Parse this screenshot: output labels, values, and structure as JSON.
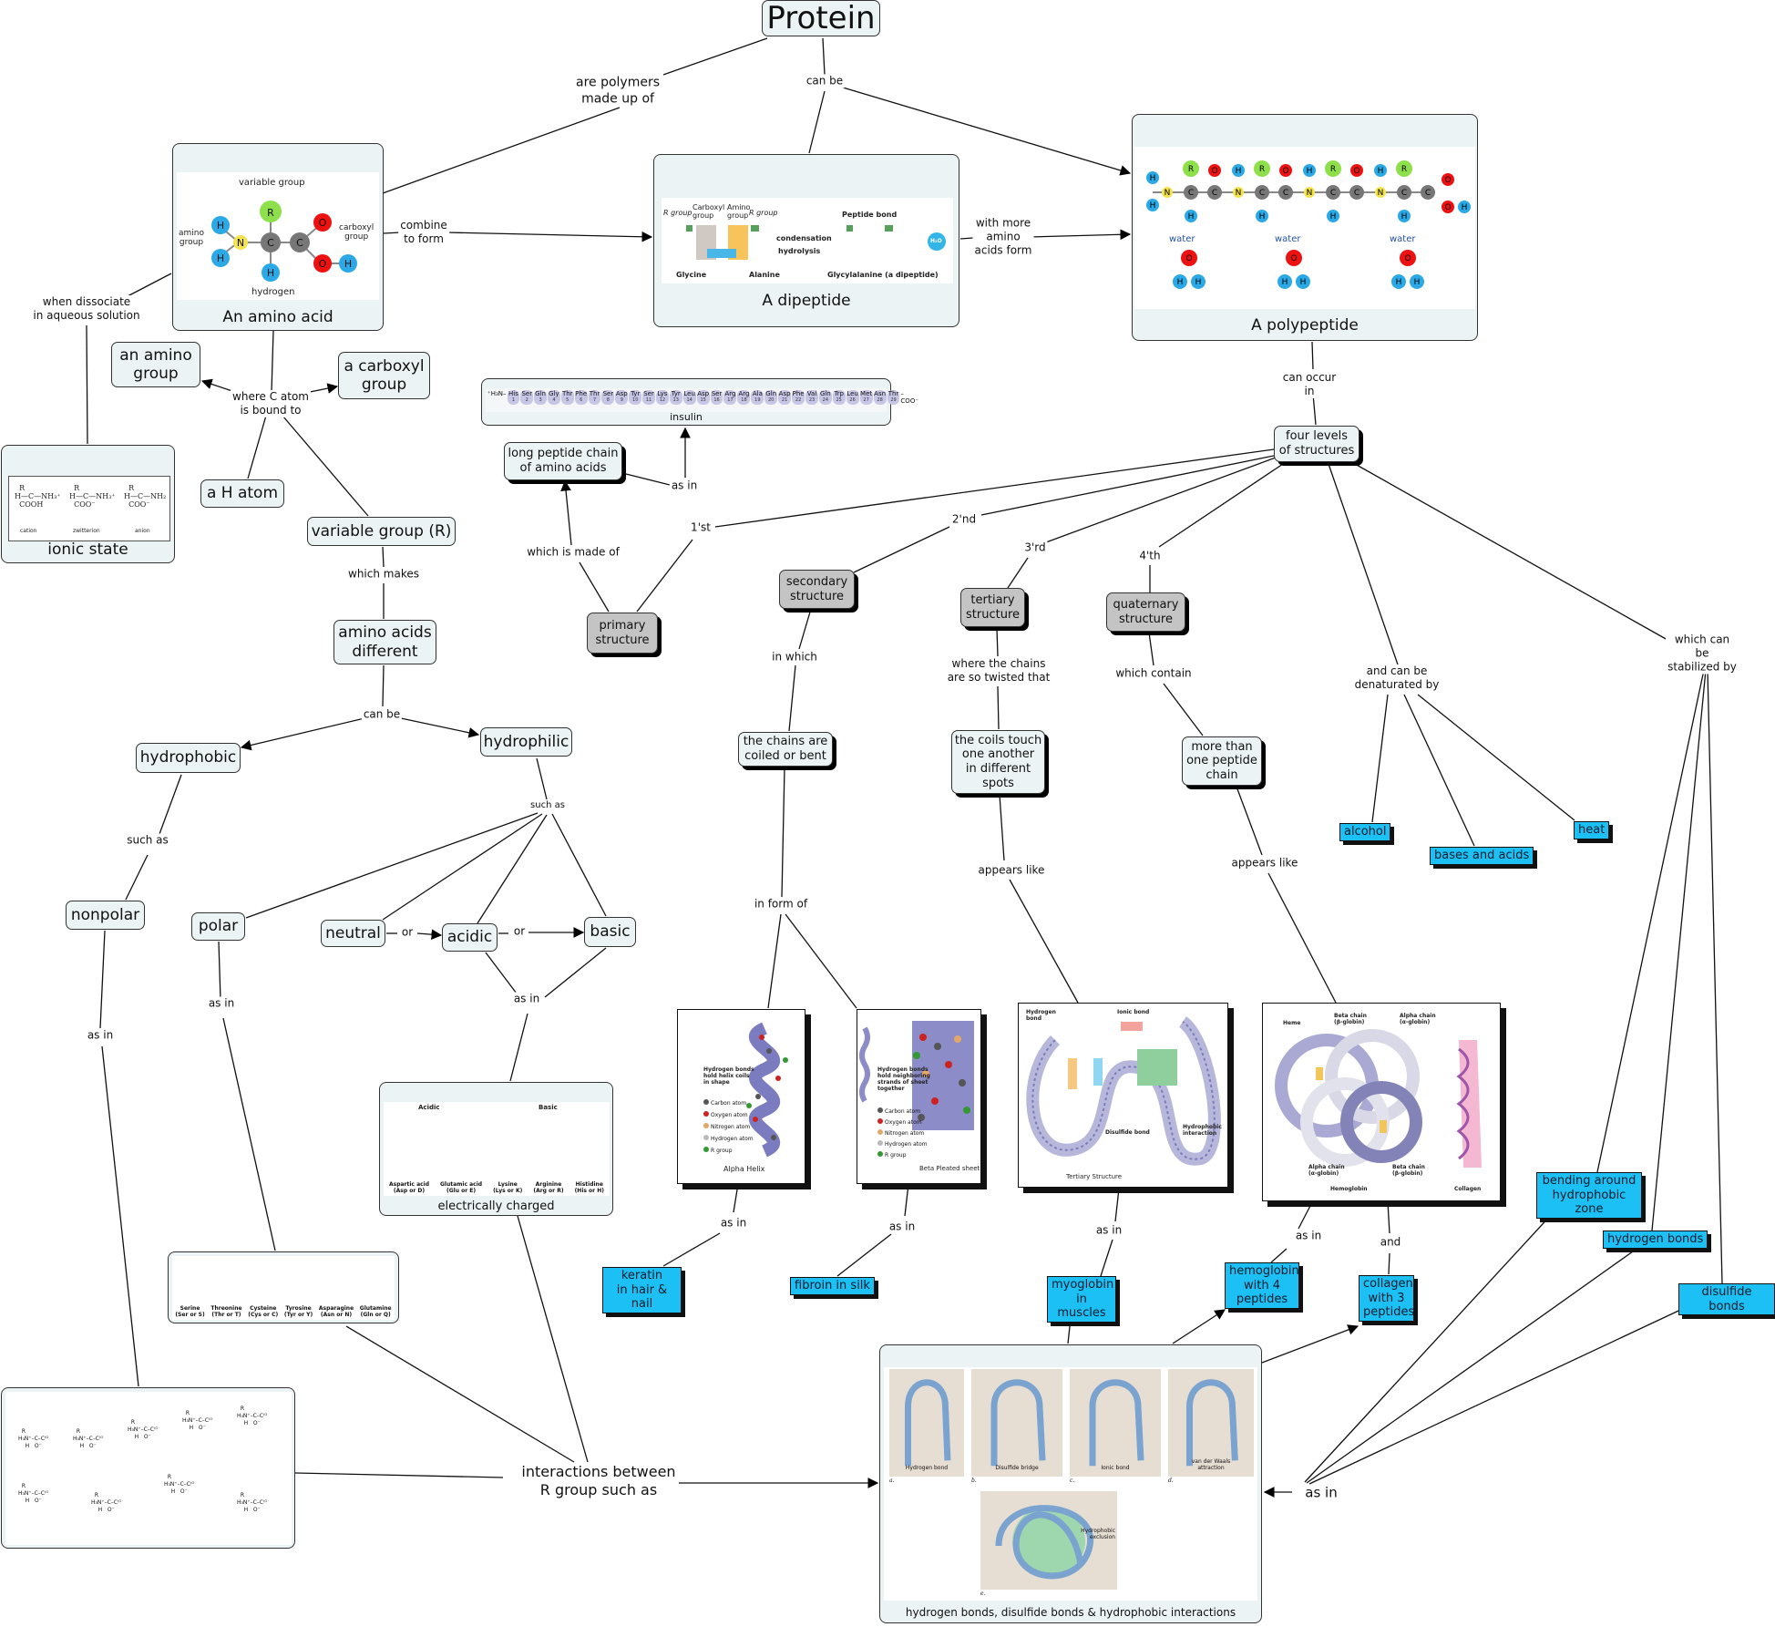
{
  "title": "Protein",
  "nodes": {
    "amino_acid": "An amino acid",
    "dipeptide": "A dipeptide",
    "polypeptide": "A polypeptide",
    "amino_group": "an amino\ngroup",
    "carboxyl_group": "a carboxyl\ngroup",
    "ionic_state": "ionic state",
    "h_atom": "a H atom",
    "variable_group": "variable group (R)",
    "amino_acids_different": "amino acids\ndifferent",
    "insulin": "insulin",
    "long_peptide": "long peptide chain\nof amino acids",
    "primary": "primary\nstructure",
    "secondary": "secondary\nstructure",
    "tertiary": "tertiary\nstructure",
    "quaternary": "quaternary\nstructure",
    "four_levels": "four levels\nof structures",
    "hydrophobic": "hydrophobic",
    "hydrophilic": "hydrophilic",
    "nonpolar": "nonpolar",
    "polar": "polar",
    "neutral": "neutral",
    "acidic": "acidic",
    "basic": "basic",
    "chains_coiled": "the chains are\ncoiled or bent",
    "coils_touch": "the coils touch\none another\nin different\nspots",
    "more_than_one": "more than\none peptide\nchain",
    "electrically_charged": "electrically charged",
    "bonds_box": "hydrogen bonds, disulfide bonds & hydrophobic interactions"
  },
  "tags": {
    "keratin": "keratin\nin hair & nail",
    "fibroin": "fibroin in silk",
    "myoglobin": "myoglobin\nin muscles",
    "hemoglobin4": "hemoglobin\nwith 4\npeptides",
    "collagen3": "collagen\nwith 3\npeptides",
    "alcohol": "alcohol",
    "bases_acids": "bases and acids",
    "heat": "heat",
    "bending": "bending around\nhydrophobic zone",
    "hydrogen_bonds": "hydrogen bonds",
    "disulfide_bonds": "disulfide bonds"
  },
  "link_labels": {
    "polymers": "are polymers\nmade up of",
    "can_be_top": "can be",
    "combine": "combine\nto form",
    "with_more": "with more\namino\nacids form",
    "dissociate": "when dissociate\nin aqueous solution",
    "c_atom": "where C atom\nis bound to",
    "which_makes": "which makes",
    "can_occur": "can occur\nin",
    "as_in_insulin": "as in",
    "which_is_made": "which is made of",
    "first": "1'st",
    "second": "2'nd",
    "third": "3'rd",
    "fourth": "4'th",
    "can_be_mid": "can be",
    "such_as_phobic": "such as",
    "such_as_philic": "such as",
    "or1": "or",
    "or2": "or",
    "as_in_charged": "as in",
    "as_in_polar": "as in",
    "as_in_nonpolar": "as in",
    "in_which": "in which",
    "twisted": "where the chains\nare so twisted that",
    "which_contain": "which contain",
    "in_form_of": "in form of",
    "appears_like_3": "appears like",
    "appears_like_4": "appears like",
    "denaturated": "and can be\ndenaturated by",
    "stabilized": "which can be\nstabilized by",
    "as_in_keratin": "as in",
    "as_in_fibroin": "as in",
    "as_in_myoglobin": "as in",
    "as_in_hemoglobin": "as in",
    "and_collagen": "and",
    "interactions": "interactions between\nR group such as",
    "as_in_bonds": "as in"
  },
  "image_text": {
    "amino_acid": {
      "variable_group": "variable group",
      "amino_group": "amino\ngroup",
      "carboxyl_group": "carboxyl\ngroup",
      "hydrogen": "hydrogen"
    },
    "dipeptide": {
      "r_group": "R group",
      "carboxyl": "Carboxyl\ngroup",
      "amino": "Amino\ngroup",
      "r_group2": "R group",
      "condensation": "condensation",
      "hydrolysis": "hydrolysis",
      "peptide_bond": "Peptide bond",
      "glycine": "Glycine",
      "alanine": "Alanine",
      "product": "Glycylalanine (a dipeptide)",
      "water": "H₂O"
    },
    "polypeptide": {
      "water": "water"
    },
    "ionic": {
      "cation": "cation",
      "zwitterion": "zwitterion",
      "anion": "anion"
    },
    "insulin_sequence": [
      "His",
      "Ser",
      "Gln",
      "Gly",
      "Thr",
      "Phe",
      "Thr",
      "Ser",
      "Asp",
      "Tyr",
      "Ser",
      "Lys",
      "Tyr",
      "Leu",
      "Asp",
      "Ser",
      "Arg",
      "Arg",
      "Ala",
      "Gln",
      "Asp",
      "Phe",
      "Val",
      "Gln",
      "Trp",
      "Leu",
      "Met",
      "Asn",
      "Thr"
    ],
    "alpha_helix": {
      "title": "Alpha Helix",
      "note": "Hydrogen bonds\nhold helix coils\nin shape",
      "legend": [
        "Carbon atom",
        "Oxygen atom",
        "Nitrogen atom",
        "Hydrogen atom",
        "R group"
      ]
    },
    "beta_sheet": {
      "title": "Beta Pleated sheet",
      "note": "Hydrogen bonds\nhold neighboring\nstrands of sheet\ntogether",
      "legend": [
        "Carbon atom",
        "Oxygen atom",
        "Nitrogen atom",
        "Hydrogen atom",
        "R group"
      ]
    },
    "tertiary": {
      "title": "Tertiary Structure",
      "hbond": "Hydrogen\nbond",
      "ionic": "Ionic bond",
      "disulfide": "Disulfide bond",
      "hydrophobic": "Hydrophobic\ninteraction"
    },
    "quaternary": {
      "heme": "Heme",
      "beta1": "Beta chain\n(β-globin)",
      "alpha1": "Alpha chain\n(α-globin)",
      "alpha2": "Alpha chain\n(α-globin)",
      "beta2": "Beta chain\n(β-globin)",
      "hemoglobin": "Hemoglobin",
      "collagen": "Collagen"
    },
    "charged": {
      "acidic": "Acidic",
      "basic": "Basic",
      "names": [
        "Aspartic acid\n(Asp or D)",
        "Glutamic acid\n(Glu or E)",
        "Lysine\n(Lys or K)",
        "Arginine\n(Arg or R)",
        "Histidine\n(His or H)"
      ]
    },
    "polar": {
      "names": [
        "Serine\n(Ser or S)",
        "Threonine\n(Thr or T)",
        "Cysteine\n(Cys or C)",
        "Tyrosine\n(Tyr or Y)",
        "Asparagine\n(Asn or N)",
        "Glutamine\n(Gln or Q)"
      ]
    },
    "bonds": {
      "a": "Hydrogen bond",
      "b": "Disulfide bridge",
      "c": "Ionic bond",
      "d": "van der Waals\nattraction",
      "e": "Hydrophobic\nexclusion",
      "letters": [
        "a.",
        "b.",
        "c.",
        "d.",
        "e."
      ]
    }
  },
  "colors": {
    "node_bg": "#ecf3f5",
    "gray_node": "#c4c4c4",
    "tag_bg": "#1cc0f4",
    "lavender": "#d4d3e6"
  }
}
